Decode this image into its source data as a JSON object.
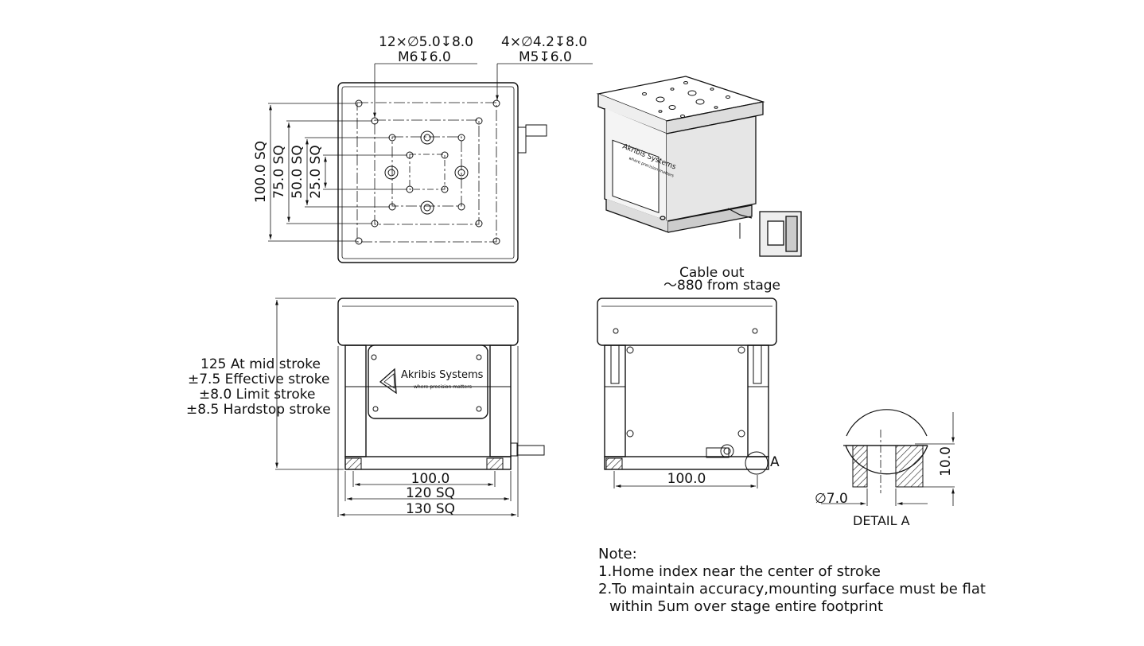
{
  "top_view": {
    "hole_callout_1": {
      "line1": "12×∅5.0↧8.0",
      "line2": "M6↧6.0"
    },
    "hole_callout_2": {
      "line1": "4×∅4.2↧8.0",
      "line2": "M5↧6.0"
    },
    "sq_dims": [
      "100.0 SQ",
      "75.0 SQ",
      "50.0 SQ",
      "25.0 SQ"
    ]
  },
  "iso_view": {
    "brand": "Akribis Systems",
    "tagline": "where precision matters",
    "cable_line1": "Cable out",
    "cable_line2": "～880 from stage"
  },
  "front_view": {
    "brand": "Akribis Systems",
    "tagline": "where precision matters",
    "stroke_notes": [
      "125 At mid stroke",
      "±7.5 Effective stroke",
      "±8.0 Limit stroke",
      "±8.5 Hardstop stroke"
    ],
    "dims": [
      "100.0",
      "120 SQ",
      "130 SQ"
    ]
  },
  "side_view": {
    "dim": "100.0",
    "detail_marker": "A"
  },
  "detail": {
    "height": "10.0",
    "diameter": "∅7.0",
    "title": "DETAIL A"
  },
  "notes": {
    "title": "Note:",
    "items": [
      "1.Home index near the center of stroke",
      "2.To maintain accuracy,mounting surface must be flat",
      "within 5um over stage entire footprint"
    ]
  }
}
